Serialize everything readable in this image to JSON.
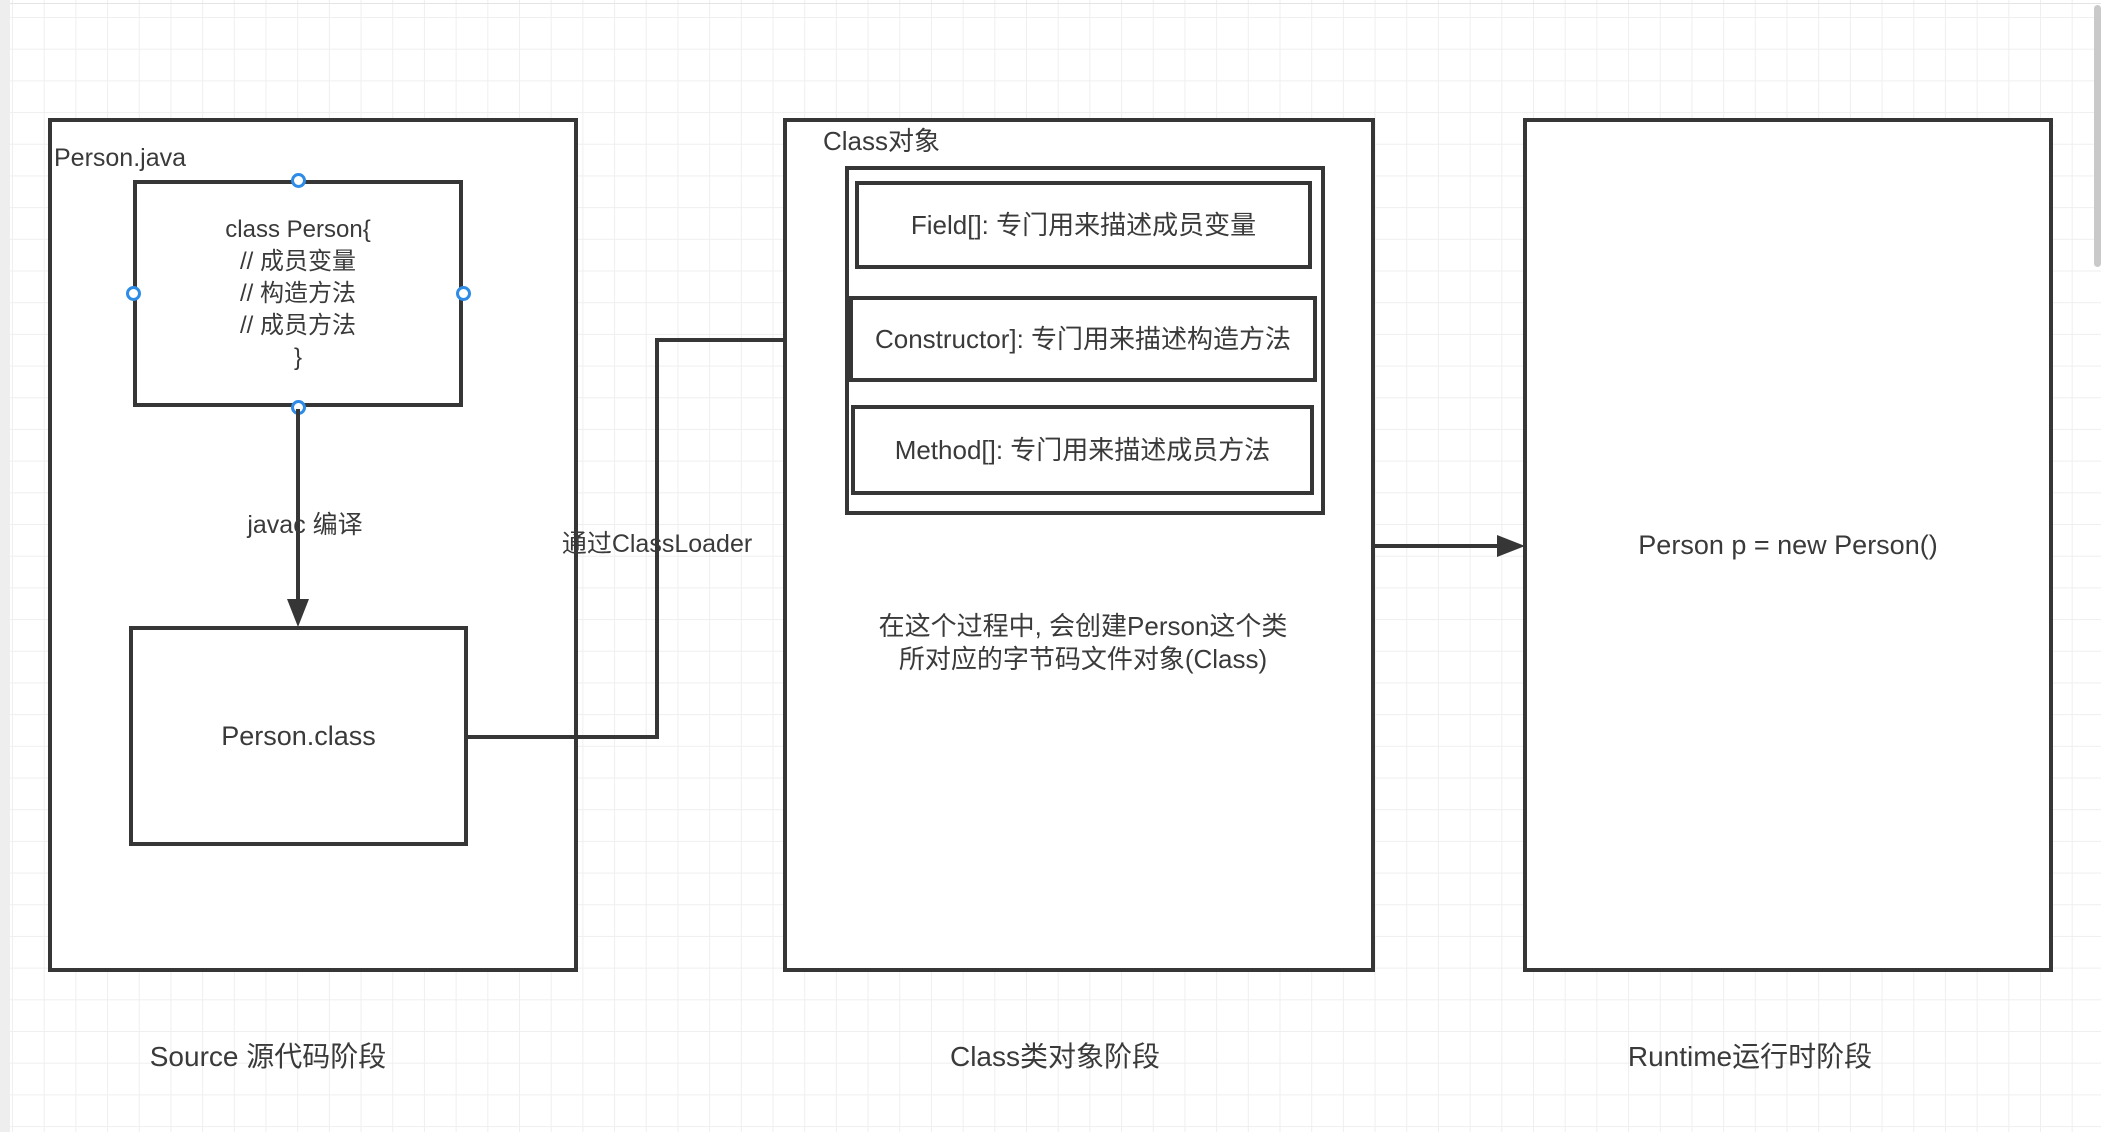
{
  "colors": {
    "stroke": "#363636",
    "text": "#3a3a3a",
    "grid_line": "#efefef",
    "canvas_bg": "#ffffff",
    "selection_handle": "#2e8be6",
    "scrollbar_thumb": "#c9c9c9"
  },
  "source_stage": {
    "container_title": "Person.java",
    "code_lines": [
      "class Person{",
      "// 成员变量",
      "// 构造方法",
      "// 成员方法",
      "}"
    ],
    "compile_arrow_label": "javac 编译",
    "class_file_label": "Person.class",
    "caption": "Source 源代码阶段"
  },
  "classloader_label": "通过ClassLoader",
  "class_stage": {
    "title": "Class对象",
    "members": [
      {
        "label": "Field[]: 专门用来描述成员变量"
      },
      {
        "label": "Constructor]: 专门用来描述构造方法"
      },
      {
        "label": "Method[]: 专门用来描述成员方法"
      }
    ],
    "note_line1": "在这个过程中, 会创建Person这个类",
    "note_line2": "所对应的字节码文件对象(Class)",
    "caption": "Class类对象阶段"
  },
  "runtime_stage": {
    "expression": "Person p = new Person()",
    "caption": "Runtime运行时阶段"
  }
}
